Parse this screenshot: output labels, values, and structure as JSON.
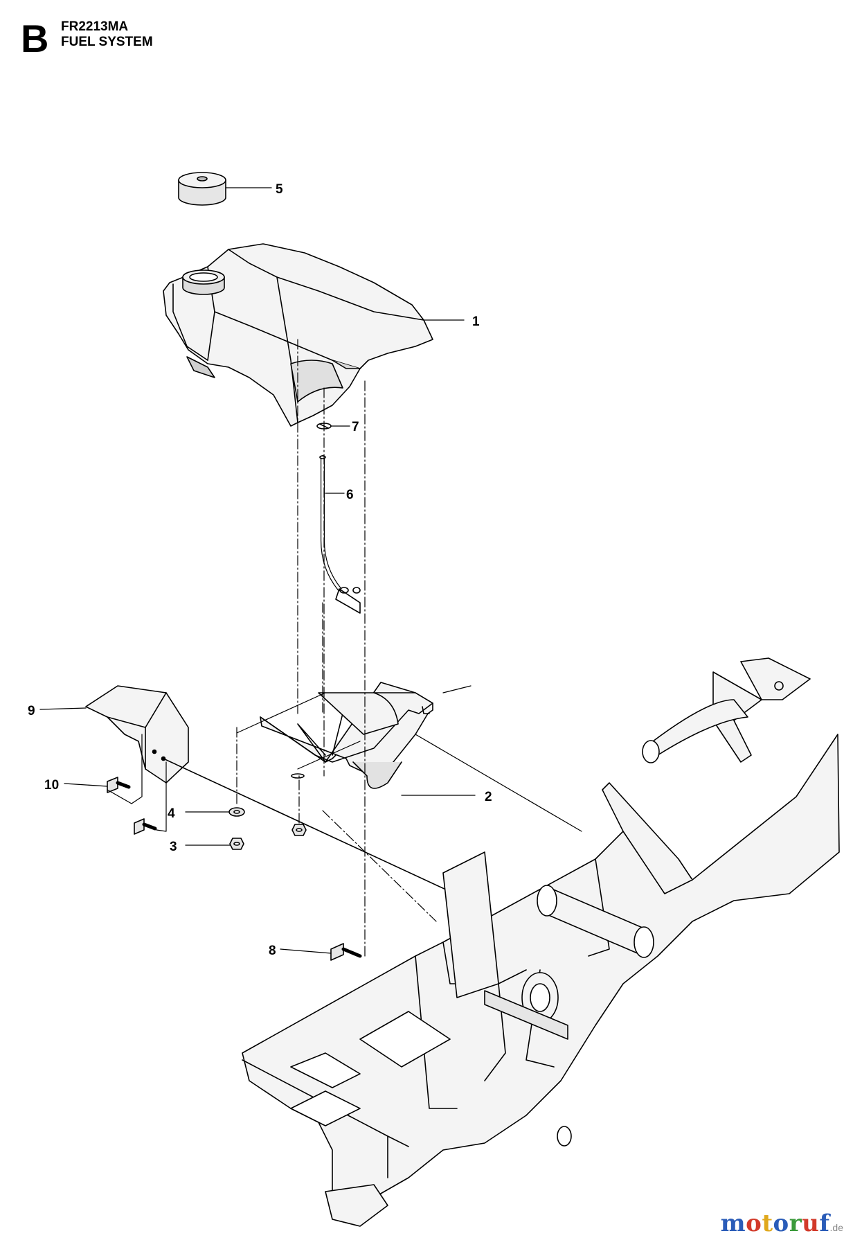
{
  "header": {
    "section_letter": "B",
    "model": "FR2213MA",
    "title": "FUEL SYSTEM"
  },
  "callouts": {
    "c1": "1",
    "c2": "2",
    "c3": "3",
    "c4": "4",
    "c5": "5",
    "c6": "6",
    "c7": "7",
    "c8": "8",
    "c9": "9",
    "c10": "10"
  },
  "watermark": {
    "letters": [
      "m",
      "o",
      "t",
      "o",
      "r",
      "u",
      "f"
    ],
    "letter_colors": [
      "#2a5cb8",
      "#d23a2a",
      "#e0a81c",
      "#2a5cb8",
      "#3a9a3a",
      "#d23a2a",
      "#2a5cb8"
    ],
    "tld": ".de"
  },
  "colors": {
    "line": "#000000",
    "tank_fill": "#f4f4f4",
    "shading": "#d8d8d8"
  }
}
